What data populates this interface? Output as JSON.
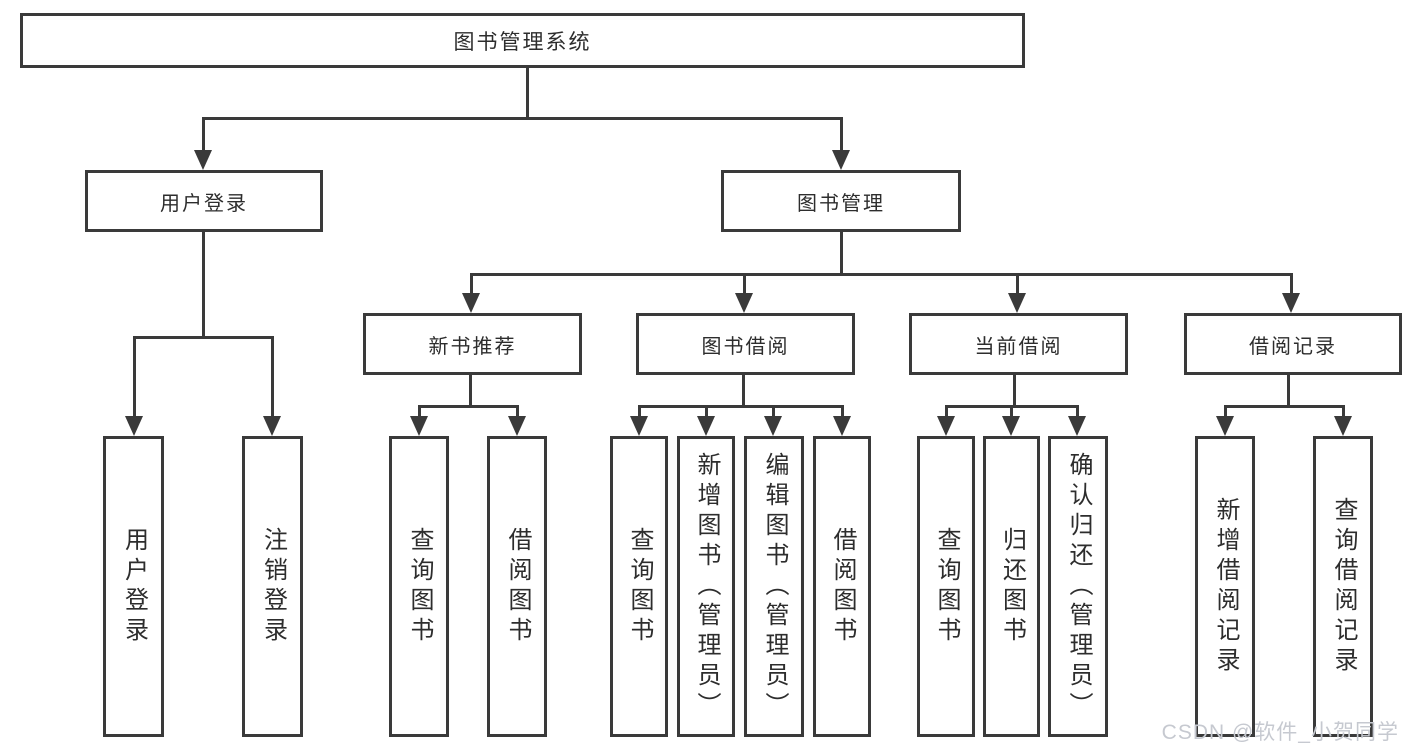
{
  "diagram": {
    "type": "functional-structure-tree",
    "colors": {
      "line": "#3a3a3a",
      "text": "#2d2d2d",
      "background": "#ffffff",
      "watermark": "#c6c9d0"
    }
  },
  "tree": {
    "root": {
      "label": "图书管理系统"
    },
    "branches": [
      {
        "label": "用户登录",
        "children": [
          {
            "label": "用户登录"
          },
          {
            "label": "注销登录"
          }
        ]
      },
      {
        "label": "图书管理",
        "children": [
          {
            "label": "新书推荐",
            "children": [
              {
                "label": "查询图书"
              },
              {
                "label": "借阅图书"
              }
            ]
          },
          {
            "label": "图书借阅",
            "children": [
              {
                "label": "查询图书"
              },
              {
                "label": "新增图书（管理员）"
              },
              {
                "label": "编辑图书（管理员）"
              },
              {
                "label": "借阅图书"
              }
            ]
          },
          {
            "label": "当前借阅",
            "children": [
              {
                "label": "查询图书"
              },
              {
                "label": "归还图书"
              },
              {
                "label": "确认归还（管理员）"
              }
            ]
          },
          {
            "label": "借阅记录",
            "children": [
              {
                "label": "新增借阅记录"
              },
              {
                "label": "查询借阅记录"
              }
            ]
          }
        ]
      }
    ]
  },
  "watermark": {
    "text": "CSDN @软件_小贺同学"
  }
}
